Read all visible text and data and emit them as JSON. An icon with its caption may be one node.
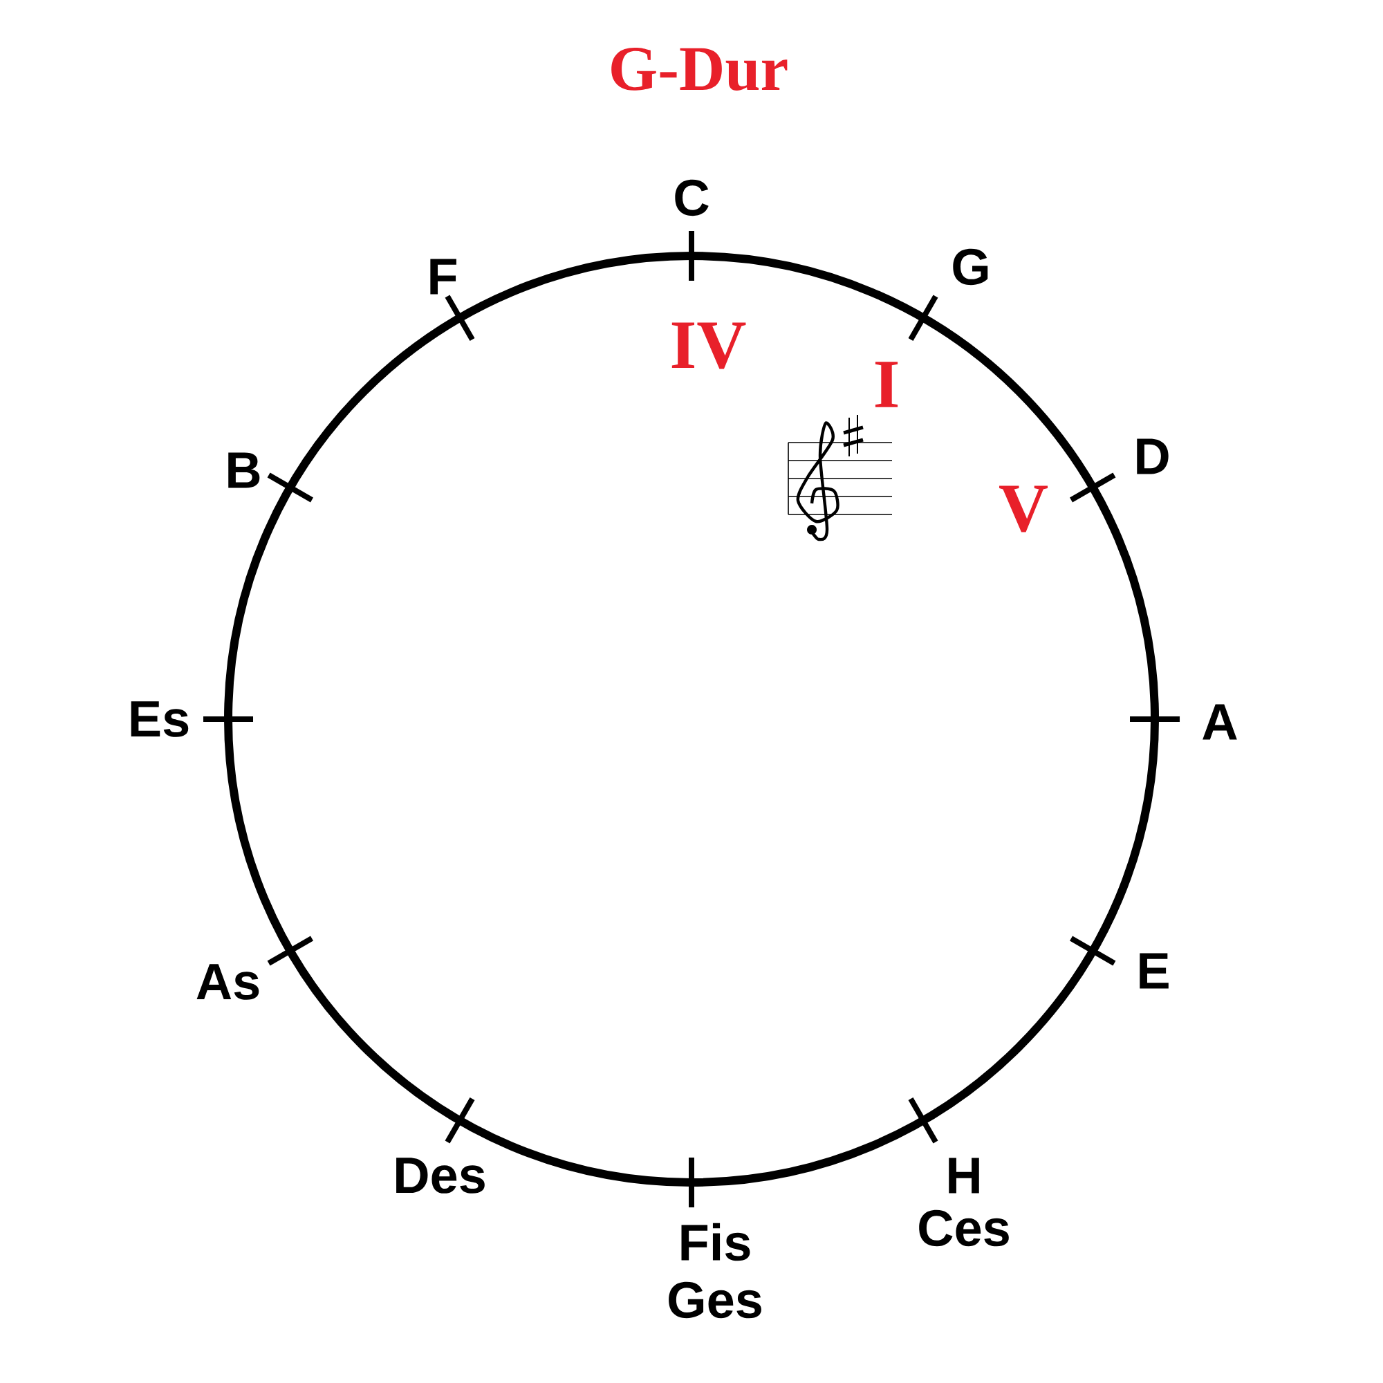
{
  "diagram": {
    "title": "G-Dur",
    "labels": [
      "C",
      "G",
      "D",
      "A",
      "E",
      "H",
      "Ces",
      "Fis",
      "Ges",
      "Des",
      "As",
      "Es",
      "B",
      "F",
      "IV",
      "I",
      "V"
    ]
  }
}
